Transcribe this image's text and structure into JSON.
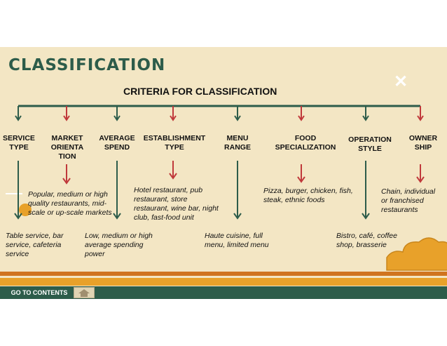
{
  "title": "CLASSIFICATION",
  "criteria": "CRITERIA FOR CLASSIFICATION",
  "icons": {
    "close": "close-x-icon",
    "home": "home-icon"
  },
  "colors": {
    "green": "#2d5c4a",
    "red": "#c0393b",
    "background": "#f3e6c4",
    "orange": "#e8a12a"
  },
  "categories": {
    "service": "SERVICE TYPE",
    "market": "MARKET ORIENTA TION",
    "average": "AVERAGE SPEND",
    "establishment": "ESTABLISHMENT TYPE",
    "menu": "MENU RANGE",
    "food": "FOOD SPECIALIZATION",
    "operation": "OPERATION STYLE",
    "owner": "OWNER SHIP"
  },
  "descriptions": {
    "service": "Table service, bar service, cafeteria service",
    "market": "Popular, medium or high quality restaurants, mid-scale or up-scale markets",
    "average": "Low, medium or high average spending power",
    "establishment": "Hotel restaurant, pub restaurant, store restaurant, wine bar, night club, fast-food unit",
    "menu": "Haute cuisine, full menu, limited menu",
    "food": "Pizza, burger, chicken, fish, steak, ethnic foods",
    "operation": "Bistro, café, coffee shop, brasserie",
    "owner": "Chain, individual or franchised restaurants"
  },
  "nav": {
    "goto": "GO TO CONTENTS"
  }
}
